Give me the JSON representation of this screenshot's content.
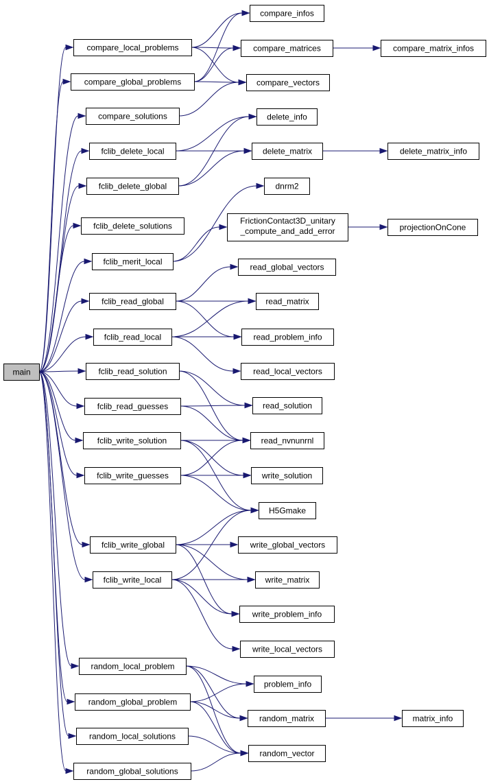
{
  "graph": {
    "colors": {
      "edge": "#191970",
      "root_fill": "#bfbfbf",
      "node_fill": "#ffffff",
      "border": "#000000"
    },
    "nodes": [
      {
        "id": "main",
        "label": "main",
        "root": true
      },
      {
        "id": "compare_local_problems",
        "label": "compare_local_problems"
      },
      {
        "id": "compare_global_problems",
        "label": "compare_global_problems"
      },
      {
        "id": "compare_solutions",
        "label": "compare_solutions"
      },
      {
        "id": "fclib_delete_local",
        "label": "fclib_delete_local"
      },
      {
        "id": "fclib_delete_global",
        "label": "fclib_delete_global"
      },
      {
        "id": "fclib_delete_solutions",
        "label": "fclib_delete_solutions"
      },
      {
        "id": "fclib_merit_local",
        "label": "fclib_merit_local"
      },
      {
        "id": "fclib_read_global",
        "label": "fclib_read_global"
      },
      {
        "id": "fclib_read_local",
        "label": "fclib_read_local"
      },
      {
        "id": "fclib_read_solution",
        "label": "fclib_read_solution"
      },
      {
        "id": "fclib_read_guesses",
        "label": "fclib_read_guesses"
      },
      {
        "id": "fclib_write_solution",
        "label": "fclib_write_solution"
      },
      {
        "id": "fclib_write_guesses",
        "label": "fclib_write_guesses"
      },
      {
        "id": "fclib_write_global",
        "label": "fclib_write_global"
      },
      {
        "id": "fclib_write_local",
        "label": "fclib_write_local"
      },
      {
        "id": "random_local_problem",
        "label": "random_local_problem"
      },
      {
        "id": "random_global_problem",
        "label": "random_global_problem"
      },
      {
        "id": "random_local_solutions",
        "label": "random_local_solutions"
      },
      {
        "id": "random_global_solutions",
        "label": "random_global_solutions"
      },
      {
        "id": "compare_infos",
        "label": "compare_infos"
      },
      {
        "id": "compare_matrices",
        "label": "compare_matrices"
      },
      {
        "id": "compare_vectors",
        "label": "compare_vectors"
      },
      {
        "id": "delete_info",
        "label": "delete_info"
      },
      {
        "id": "delete_matrix",
        "label": "delete_matrix"
      },
      {
        "id": "dnrm2",
        "label": "dnrm2"
      },
      {
        "id": "frictioncontact",
        "label": [
          "FrictionContact3D_unitary",
          "_compute_and_add_error"
        ]
      },
      {
        "id": "read_global_vectors",
        "label": "read_global_vectors"
      },
      {
        "id": "read_matrix",
        "label": "read_matrix"
      },
      {
        "id": "read_problem_info",
        "label": "read_problem_info"
      },
      {
        "id": "read_local_vectors",
        "label": "read_local_vectors"
      },
      {
        "id": "read_solution",
        "label": "read_solution"
      },
      {
        "id": "read_nvnunrnl",
        "label": "read_nvnunrnl"
      },
      {
        "id": "write_solution",
        "label": "write_solution"
      },
      {
        "id": "H5Gmake",
        "label": "H5Gmake"
      },
      {
        "id": "write_global_vectors",
        "label": "write_global_vectors"
      },
      {
        "id": "write_matrix",
        "label": "write_matrix"
      },
      {
        "id": "write_problem_info",
        "label": "write_problem_info"
      },
      {
        "id": "write_local_vectors",
        "label": "write_local_vectors"
      },
      {
        "id": "problem_info",
        "label": "problem_info"
      },
      {
        "id": "random_matrix",
        "label": "random_matrix"
      },
      {
        "id": "random_vector",
        "label": "random_vector"
      },
      {
        "id": "compare_matrix_infos",
        "label": "compare_matrix_infos"
      },
      {
        "id": "delete_matrix_info",
        "label": "delete_matrix_info"
      },
      {
        "id": "projectionOnCone",
        "label": "projectionOnCone"
      },
      {
        "id": "matrix_info",
        "label": "matrix_info"
      }
    ],
    "edges": [
      [
        "main",
        "compare_local_problems"
      ],
      [
        "main",
        "compare_global_problems"
      ],
      [
        "main",
        "compare_solutions"
      ],
      [
        "main",
        "fclib_delete_local"
      ],
      [
        "main",
        "fclib_delete_global"
      ],
      [
        "main",
        "fclib_delete_solutions"
      ],
      [
        "main",
        "fclib_merit_local"
      ],
      [
        "main",
        "fclib_read_global"
      ],
      [
        "main",
        "fclib_read_local"
      ],
      [
        "main",
        "fclib_read_solution"
      ],
      [
        "main",
        "fclib_read_guesses"
      ],
      [
        "main",
        "fclib_write_solution"
      ],
      [
        "main",
        "fclib_write_guesses"
      ],
      [
        "main",
        "fclib_write_global"
      ],
      [
        "main",
        "fclib_write_local"
      ],
      [
        "main",
        "random_local_problem"
      ],
      [
        "main",
        "random_global_problem"
      ],
      [
        "main",
        "random_local_solutions"
      ],
      [
        "main",
        "random_global_solutions"
      ],
      [
        "compare_local_problems",
        "compare_infos"
      ],
      [
        "compare_local_problems",
        "compare_matrices"
      ],
      [
        "compare_local_problems",
        "compare_vectors"
      ],
      [
        "compare_global_problems",
        "compare_infos"
      ],
      [
        "compare_global_problems",
        "compare_matrices"
      ],
      [
        "compare_global_problems",
        "compare_vectors"
      ],
      [
        "compare_solutions",
        "compare_vectors"
      ],
      [
        "compare_matrices",
        "compare_matrix_infos"
      ],
      [
        "fclib_delete_local",
        "delete_info"
      ],
      [
        "fclib_delete_local",
        "delete_matrix"
      ],
      [
        "fclib_delete_global",
        "delete_info"
      ],
      [
        "fclib_delete_global",
        "delete_matrix"
      ],
      [
        "delete_matrix",
        "delete_matrix_info"
      ],
      [
        "fclib_merit_local",
        "dnrm2"
      ],
      [
        "fclib_merit_local",
        "frictioncontact"
      ],
      [
        "frictioncontact",
        "projectionOnCone"
      ],
      [
        "fclib_read_global",
        "read_global_vectors"
      ],
      [
        "fclib_read_global",
        "read_matrix"
      ],
      [
        "fclib_read_global",
        "read_problem_info"
      ],
      [
        "fclib_read_local",
        "read_matrix"
      ],
      [
        "fclib_read_local",
        "read_problem_info"
      ],
      [
        "fclib_read_local",
        "read_local_vectors"
      ],
      [
        "fclib_read_solution",
        "read_solution"
      ],
      [
        "fclib_read_solution",
        "read_nvnunrnl"
      ],
      [
        "fclib_read_guesses",
        "read_solution"
      ],
      [
        "fclib_read_guesses",
        "read_nvnunrnl"
      ],
      [
        "fclib_write_solution",
        "read_nvnunrnl"
      ],
      [
        "fclib_write_solution",
        "write_solution"
      ],
      [
        "fclib_write_solution",
        "H5Gmake"
      ],
      [
        "fclib_write_guesses",
        "read_nvnunrnl"
      ],
      [
        "fclib_write_guesses",
        "write_solution"
      ],
      [
        "fclib_write_guesses",
        "H5Gmake"
      ],
      [
        "fclib_write_global",
        "H5Gmake"
      ],
      [
        "fclib_write_global",
        "write_global_vectors"
      ],
      [
        "fclib_write_global",
        "write_matrix"
      ],
      [
        "fclib_write_global",
        "write_problem_info"
      ],
      [
        "fclib_write_local",
        "H5Gmake"
      ],
      [
        "fclib_write_local",
        "write_matrix"
      ],
      [
        "fclib_write_local",
        "write_problem_info"
      ],
      [
        "fclib_write_local",
        "write_local_vectors"
      ],
      [
        "random_local_problem",
        "problem_info"
      ],
      [
        "random_local_problem",
        "random_matrix"
      ],
      [
        "random_local_problem",
        "random_vector"
      ],
      [
        "random_global_problem",
        "problem_info"
      ],
      [
        "random_global_problem",
        "random_matrix"
      ],
      [
        "random_global_problem",
        "random_vector"
      ],
      [
        "random_local_solutions",
        "random_vector"
      ],
      [
        "random_global_solutions",
        "random_vector"
      ],
      [
        "random_matrix",
        "matrix_info"
      ]
    ]
  }
}
